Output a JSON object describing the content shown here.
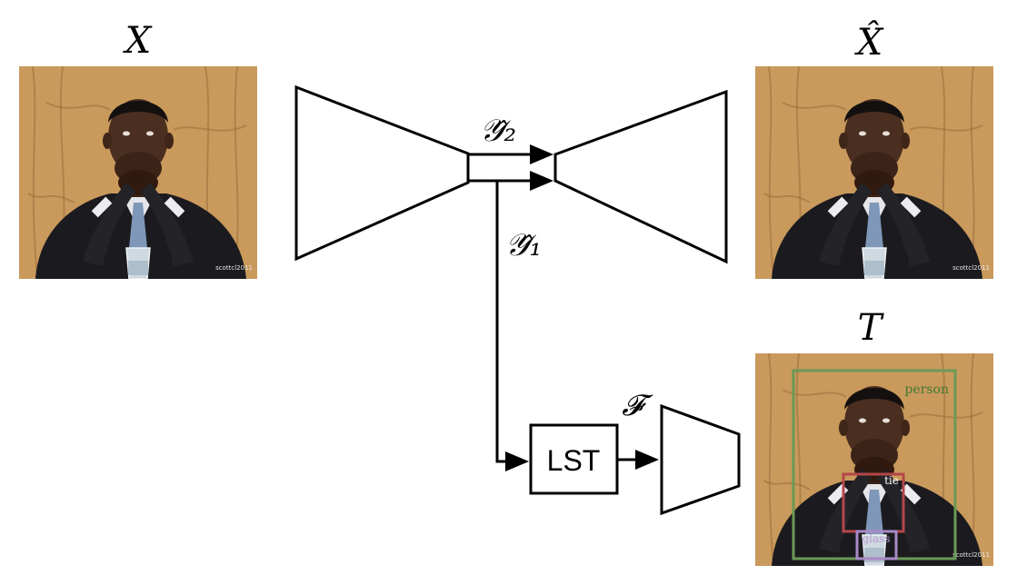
{
  "labels": {
    "input_image": "X",
    "reconstructed_image": "X̂",
    "target_image": "T",
    "latent_high": "𝒴̂₂",
    "latent_low": "𝒴̂₁",
    "task_network": "𝓕",
    "lst_block": "LST"
  },
  "photo": {
    "watermark": "scottcl2011"
  },
  "detections": [
    {
      "label": "person",
      "color": "#6a9a55"
    },
    {
      "label": "tie",
      "color": "#b4474a"
    },
    {
      "label": "glass",
      "color": "#a98ac6"
    }
  ]
}
